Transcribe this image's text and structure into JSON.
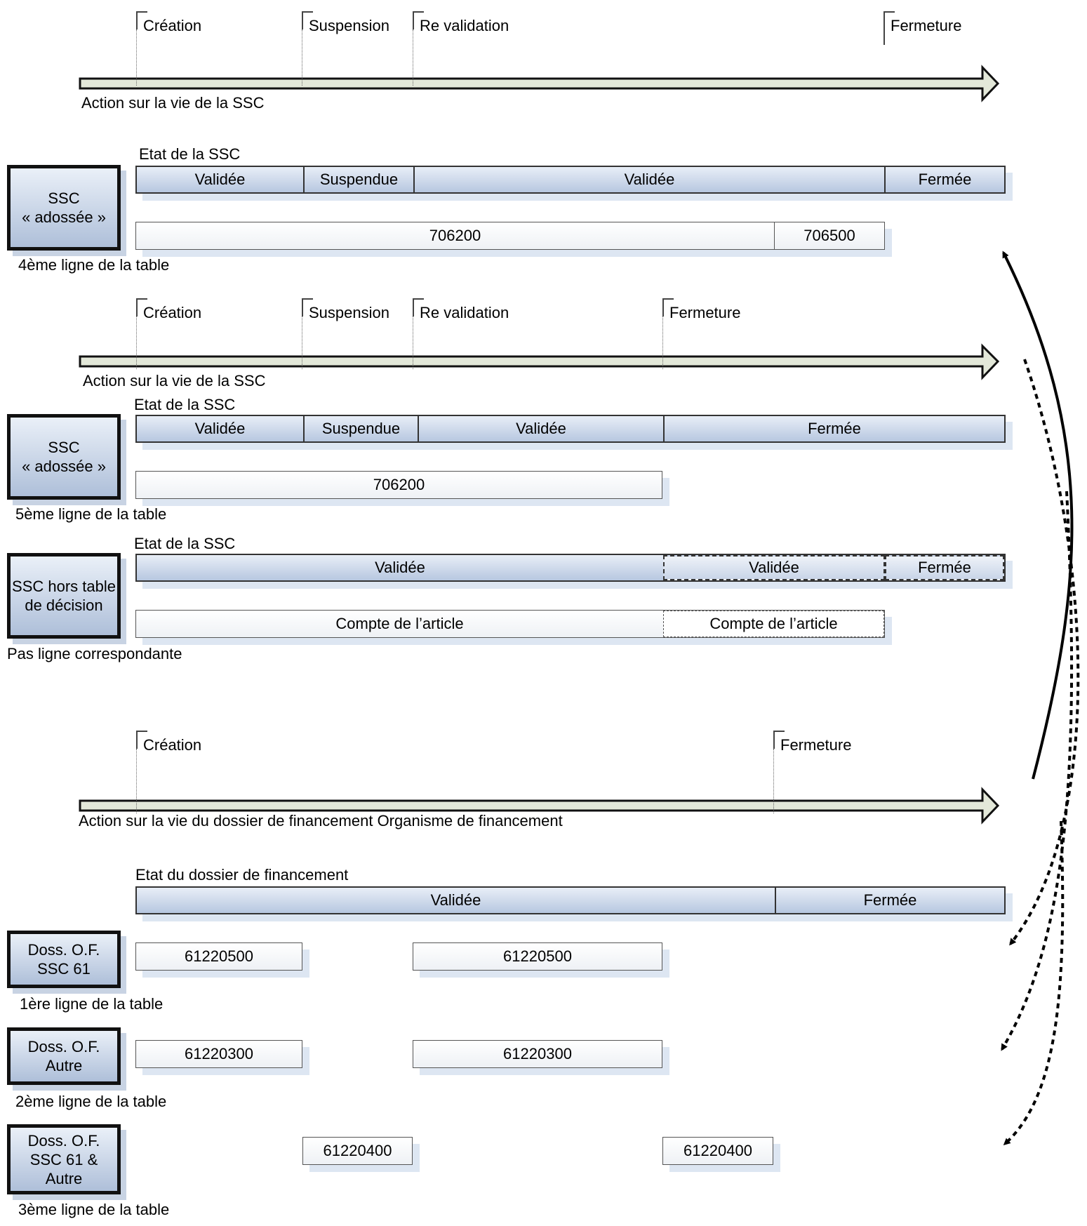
{
  "timelines": {
    "t1": {
      "milestones": [
        "Création",
        "Suspension",
        "Re validation",
        "Fermeture"
      ],
      "caption": "Action sur la vie de la SSC"
    },
    "t2": {
      "milestones": [
        "Création",
        "Suspension",
        "Re validation",
        "Fermeture"
      ],
      "caption": "Action sur la vie de la SSC"
    },
    "t3": {
      "milestones": [
        "Création",
        "Fermeture"
      ],
      "caption": "Action sur la vie du dossier de financement Organisme de financement"
    }
  },
  "sections": {
    "s1": {
      "entity": [
        "SSC",
        "« adossée »"
      ],
      "row_note": "4ème ligne de la table",
      "state_title": "Etat de la SSC",
      "states": [
        "Validée",
        "Suspendue",
        "Validée",
        "Fermée"
      ],
      "accounts": [
        "706200",
        "706500"
      ]
    },
    "s2": {
      "entity": [
        "SSC",
        "« adossée »"
      ],
      "row_note": "5ème ligne de la table",
      "state_title": "Etat de la SSC",
      "states": [
        "Validée",
        "Suspendue",
        "Validée",
        "Fermée"
      ],
      "accounts": [
        "706200"
      ]
    },
    "s3": {
      "entity": [
        "SSC hors table",
        "de décision"
      ],
      "row_note": "Pas ligne correspondante",
      "state_title": "Etat de la SSC",
      "states": [
        "Validée",
        "Validée",
        "Fermée"
      ],
      "accounts": [
        "Compte de l’article",
        "Compte de l’article"
      ]
    }
  },
  "financing": {
    "state_title": "Etat du dossier de financement",
    "states": [
      "Validée",
      "Fermée"
    ],
    "rows": [
      {
        "entity": [
          "Doss. O.F.",
          "SSC 61"
        ],
        "row_note": "1ère ligne de la table",
        "accounts": [
          "61220500",
          "61220500"
        ]
      },
      {
        "entity": [
          "Doss. O.F.",
          "Autre"
        ],
        "row_note": "2ème ligne de la table",
        "accounts": [
          "61220300",
          "61220300"
        ]
      },
      {
        "entity": [
          "Doss. O.F.",
          "SSC 61 &",
          "Autre"
        ],
        "row_note": "3ème ligne de la table",
        "accounts": [
          "61220400",
          "61220400"
        ]
      }
    ]
  },
  "colors": {
    "state_fill_top": "#e8eef7",
    "state_fill_bottom": "#b7c7e0",
    "timeline_arrow_fill": "#e3e8d9"
  }
}
